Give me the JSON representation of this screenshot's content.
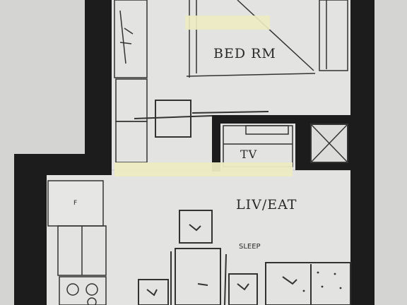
{
  "rooms": {
    "bedroom": "BED RM",
    "living": "LIV/EAT",
    "sleep": "SLEEP",
    "tv": "TV",
    "fridge": "F"
  },
  "colors": {
    "paper": "#d4d4d2",
    "floor": "#e3e3e1",
    "wall": "#1c1c1c",
    "line": "#333333",
    "tape": "#ecebc2"
  }
}
